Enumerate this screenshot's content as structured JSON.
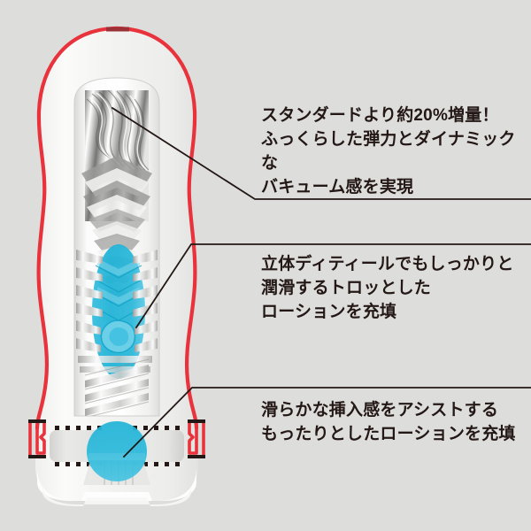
{
  "background_color": "#dddddb",
  "theme": {
    "text_color": "#231815",
    "accent_red": "#e8323c",
    "accent_cyan": "#29b4d6",
    "body_white": "#fdfdfd",
    "body_grey": "#e2e2e0",
    "leader_line_color": "#231815"
  },
  "product": {
    "name": "cross-section-cup-illustration",
    "description": "cutaway-view-of-sleeve-cup"
  },
  "callouts": [
    {
      "id": "callout-1",
      "text": "スタンダードより約20%増量！\nふっくらした弾力とダイナミックな\nバキューム感を実現",
      "leader_name": "leader-line-1",
      "target": "upper-swirl-texture"
    },
    {
      "id": "callout-2",
      "text": "立体ディティールでもしっかりと\n潤滑するトロッとした\nローションを充填",
      "leader_name": "leader-line-2",
      "target": "middle-lotion-pocket"
    },
    {
      "id": "callout-3",
      "text": "滑らかな挿入感をアシストする\nもったりとしたローションを充填",
      "leader_name": "leader-line-3",
      "target": "base-lotion-pocket"
    }
  ]
}
